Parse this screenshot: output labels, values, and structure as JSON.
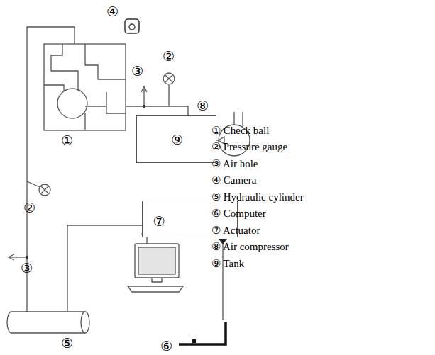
{
  "diagram": {
    "nodes": [
      {
        "text": [
          "⑨"
        ]
      },
      {
        "text": [
          "⑦"
        ]
      }
    ],
    "labels": [
      "④",
      "③",
      "②",
      "①",
      "⑧",
      "②",
      "③",
      "⑤",
      "⑥",
      "① Check ball",
      "② Pressure gauge",
      "③ Air hole",
      "④ Camera",
      "⑤ Hydraulic cylinder",
      "⑥ Computer",
      "⑦ Actuator",
      "⑧ Air compressor",
      "⑨ Tank"
    ]
  }
}
